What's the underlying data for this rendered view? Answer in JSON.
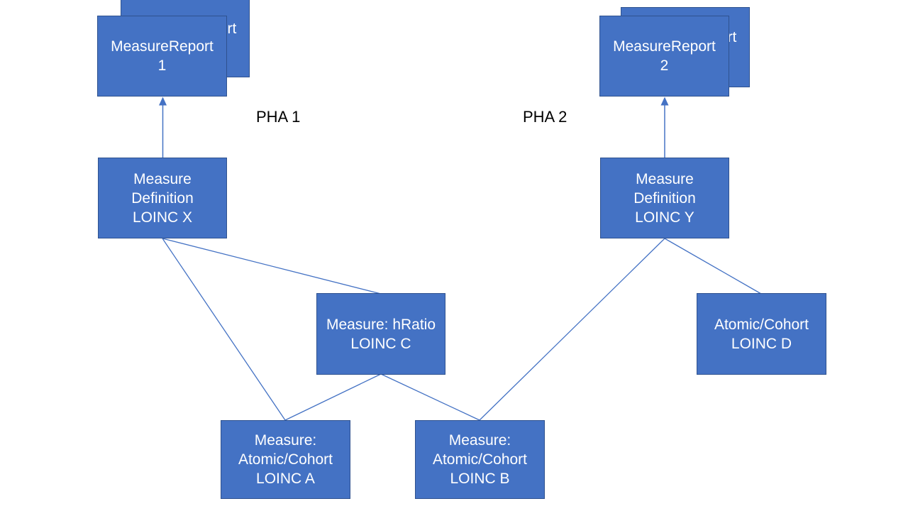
{
  "labels": {
    "pha1": "PHA 1",
    "pha2": "PHA 2"
  },
  "nodes": {
    "measure_report_1": {
      "label": "MeasureReport\n1"
    },
    "measure_report_1_shadow": {
      "label": "MeasureReport"
    },
    "measure_report_2": {
      "label": "MeasureReport\n2"
    },
    "measure_report_2_shadow": {
      "label": "MeasureReport"
    },
    "measure_definition_x": {
      "label": "Measure\nDefinition\nLOINC X"
    },
    "measure_definition_y": {
      "label": "Measure\nDefinition\nLOINC Y"
    },
    "measure_hratio_c": {
      "label": "Measure: hRatio\nLOINC C"
    },
    "atomic_cohort_d": {
      "label": "Atomic/Cohort\nLOINC D"
    },
    "measure_atomic_cohort_a": {
      "label": "Measure:\nAtomic/Cohort\nLOINC A"
    },
    "measure_atomic_cohort_b": {
      "label": "Measure:\nAtomic/Cohort\nLOINC B"
    }
  },
  "edges": [
    {
      "from": "measure_definition_x",
      "to": "measure_report_1",
      "type": "arrow"
    },
    {
      "from": "measure_definition_y",
      "to": "measure_report_2",
      "type": "arrow"
    },
    {
      "from": "measure_definition_x",
      "to": "measure_hratio_c",
      "type": "line"
    },
    {
      "from": "measure_definition_x",
      "to": "measure_atomic_cohort_a",
      "type": "line"
    },
    {
      "from": "measure_hratio_c",
      "to": "measure_atomic_cohort_a",
      "type": "line"
    },
    {
      "from": "measure_hratio_c",
      "to": "measure_atomic_cohort_b",
      "type": "line"
    },
    {
      "from": "measure_definition_y",
      "to": "measure_atomic_cohort_b",
      "type": "line"
    },
    {
      "from": "measure_definition_y",
      "to": "atomic_cohort_d",
      "type": "line"
    }
  ],
  "colors": {
    "box_fill": "#4472C4",
    "box_border": "#2F528F",
    "connector": "#4472C4",
    "box_text": "#FFFFFF",
    "label_text": "#000000",
    "background": "#FFFFFF"
  }
}
